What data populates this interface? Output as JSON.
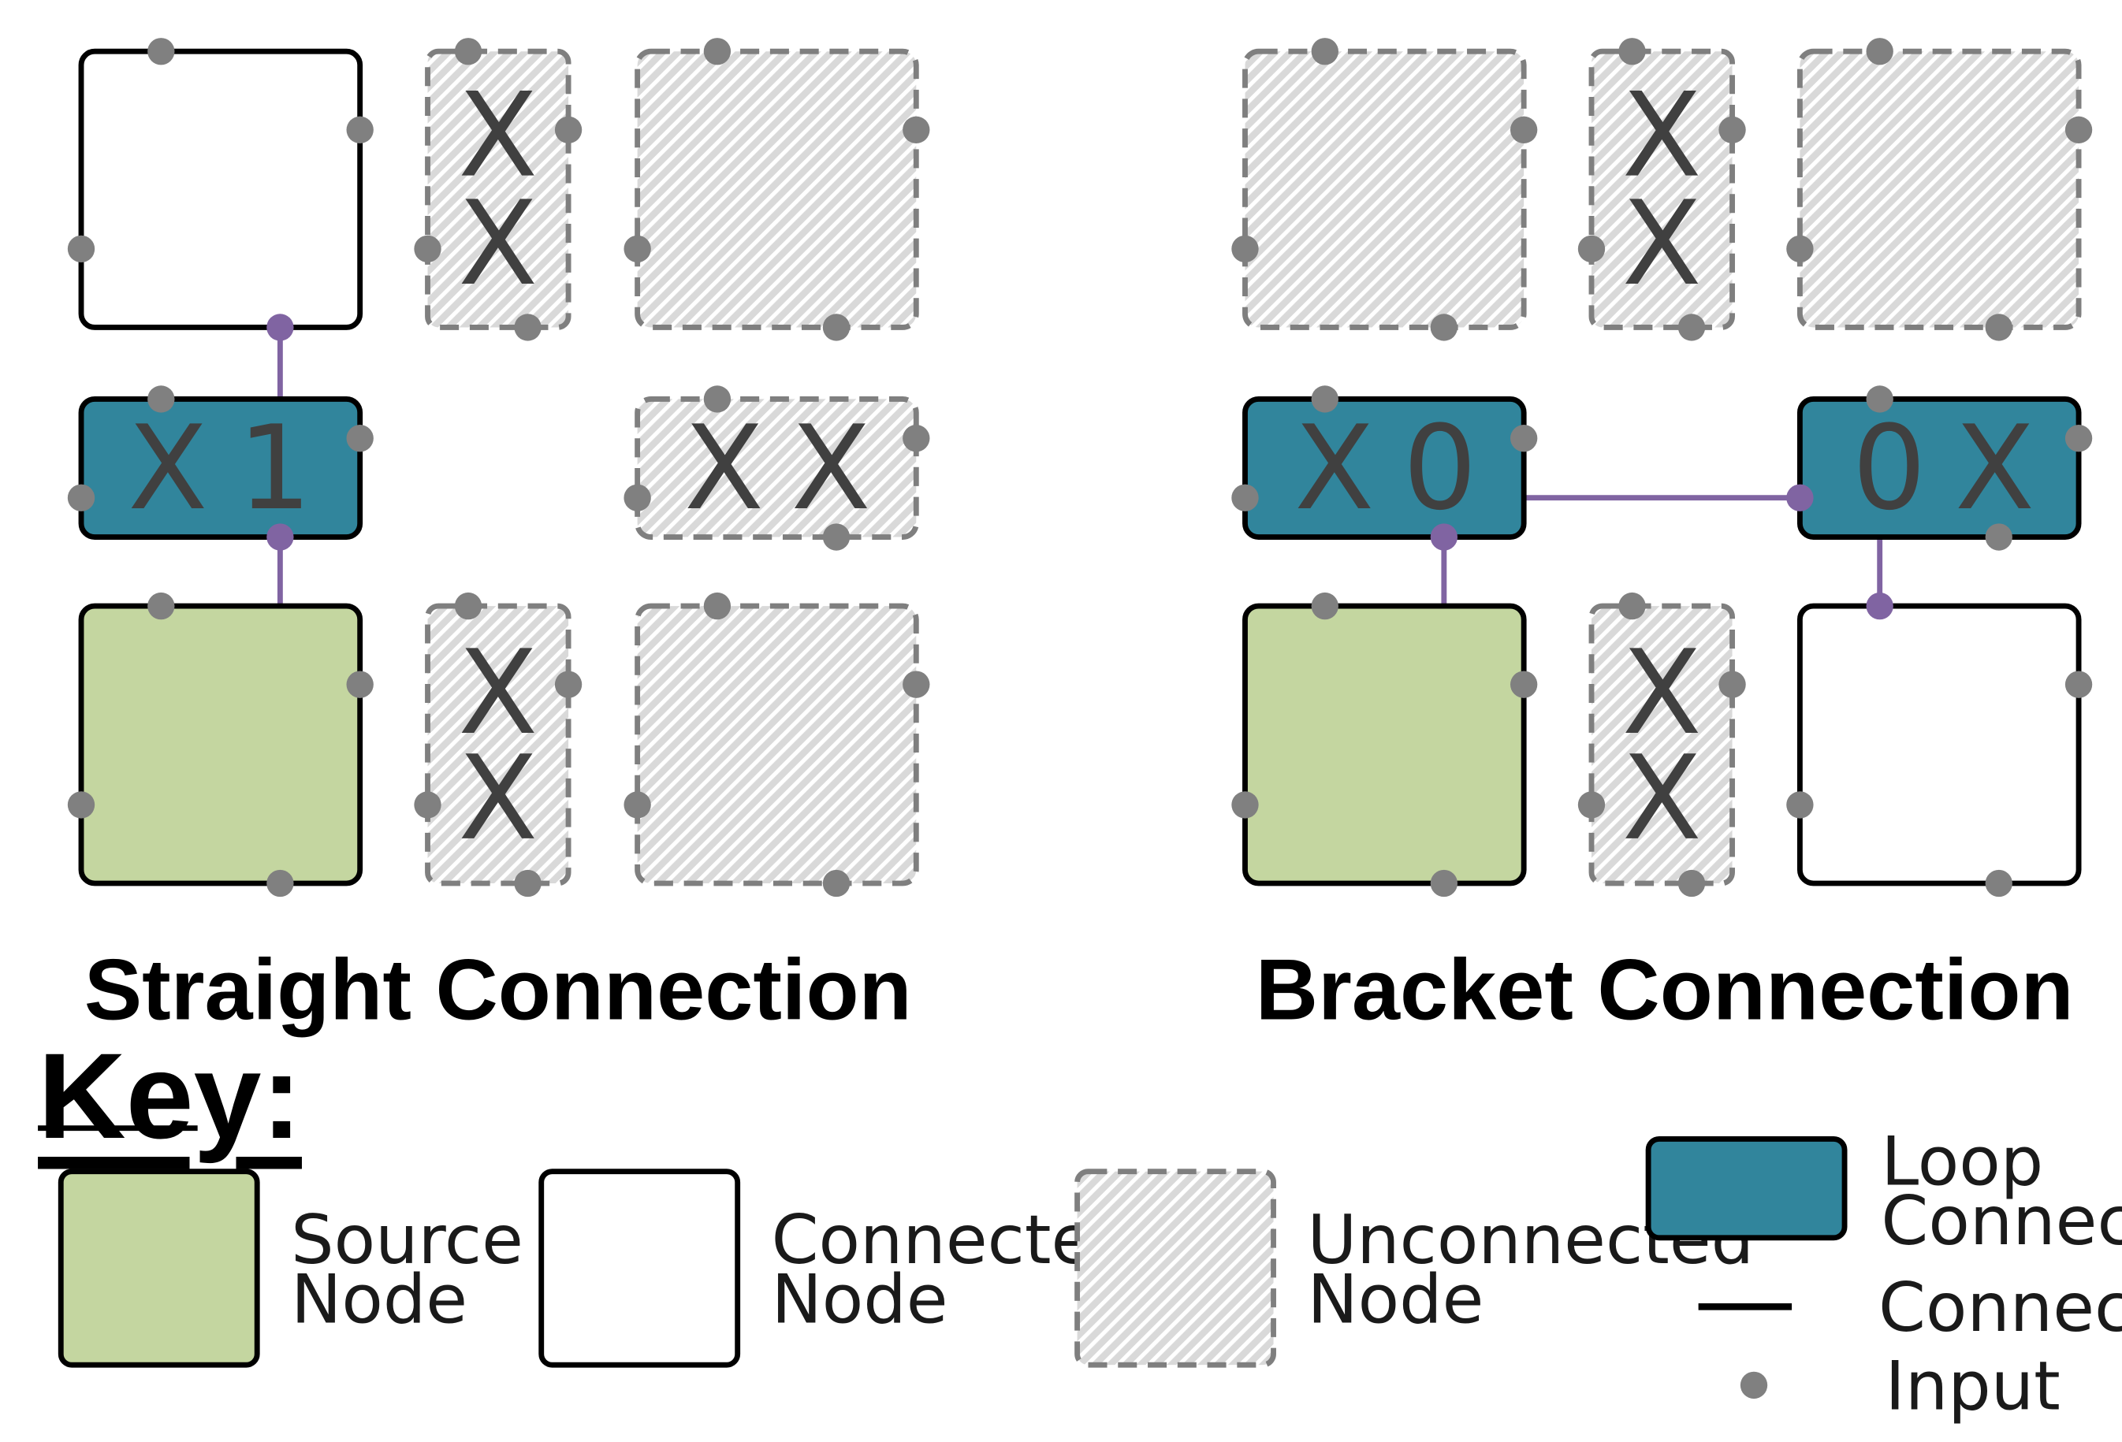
{
  "colors": {
    "source": "#c4d6a0",
    "connected": "#ffffff",
    "loop": "#31859c",
    "unconnected_fill": "#d9d9d9",
    "unconnected_stripe": "#ffffff",
    "unconnected_border": "#7f7f7f",
    "connection_line": "#8064a2",
    "input_dot": "#808080",
    "border": "#000000",
    "glyph": "#404040"
  },
  "diagrams": {
    "straight": {
      "caption": "Straight Connection",
      "loop_connector": {
        "left": "X",
        "right": "1"
      },
      "narrow_top": [
        "X",
        "X"
      ],
      "narrow_bottom": [
        "X",
        "X"
      ],
      "wide_middle": [
        "X",
        "X"
      ]
    },
    "bracket": {
      "caption": "Bracket Connection",
      "loop_left": {
        "left": "X",
        "right": "0"
      },
      "loop_right": {
        "left": "0",
        "right": "X"
      },
      "narrow_top": [
        "X",
        "X"
      ],
      "narrow_bottom": [
        "X",
        "X"
      ]
    }
  },
  "key": {
    "title": "Key:",
    "source_label": [
      "Source",
      "Node"
    ],
    "connected_label": [
      "Connected",
      "Node"
    ],
    "unconnected_label": [
      "Unconnected",
      "Node"
    ],
    "loop_label": [
      "Loop",
      "Connector"
    ],
    "connection_label": "Connection",
    "input_label": "Input"
  }
}
